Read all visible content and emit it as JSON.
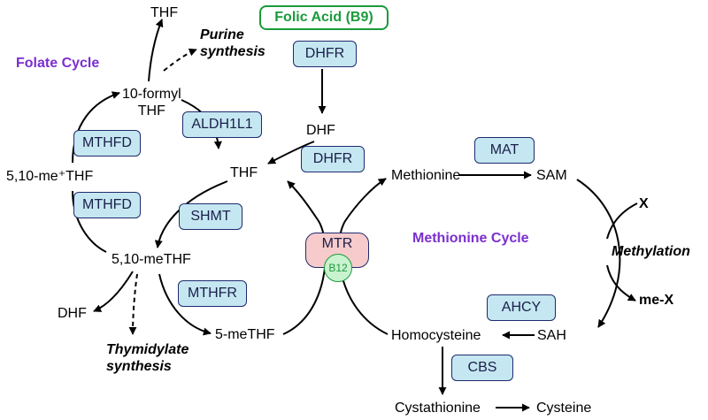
{
  "titles": {
    "folate_cycle": "Folate Cycle",
    "methionine_cycle": "Methionine Cycle",
    "folic_acid": "Folic Acid (B9)"
  },
  "metabolites": {
    "thf_top": "THF",
    "purine": "Purine\nsynthesis",
    "formyl": "10-formyl\nTHF",
    "dhf_mid": "DHF",
    "thf_center": "THF",
    "methenyl": "5,10-me⁺THF",
    "methylene": "5,10-meTHF",
    "dhf_left": "DHF",
    "thymidylate": "Thymidylate\nsynthesis",
    "methyl_thf": "5-meTHF",
    "methionine": "Methionine",
    "sam": "SAM",
    "x": "X",
    "methylation": "Methylation",
    "me_x": "me-X",
    "sah": "SAH",
    "homocysteine": "Homocysteine",
    "cystathionine": "Cystathionine",
    "cysteine": "Cysteine"
  },
  "enzymes": {
    "dhfr_top": "DHFR",
    "aldh1l1": "ALDH1L1",
    "dhfr_mid": "DHFR",
    "mthfd_top": "MTHFD",
    "mthfd_bottom": "MTHFD",
    "shmt": "SHMT",
    "mthfr": "MTHFR",
    "mtr": "MTR",
    "b12": "B12",
    "mat": "MAT",
    "ahcy": "AHCY",
    "cbs": "CBS"
  }
}
